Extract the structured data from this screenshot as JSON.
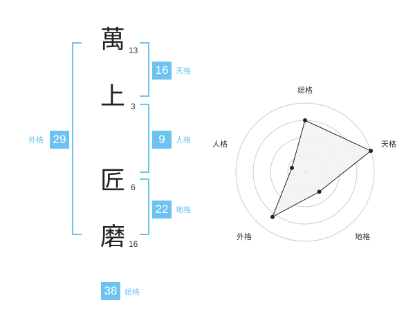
{
  "name": {
    "chars": [
      {
        "char": "萬",
        "strokes": "13"
      },
      {
        "char": "上",
        "strokes": "3"
      },
      {
        "char": "匠",
        "strokes": "6"
      },
      {
        "char": "磨",
        "strokes": "16"
      }
    ]
  },
  "scores": {
    "tenkaku": {
      "value": "16",
      "label": "天格"
    },
    "jinkaku": {
      "value": "9",
      "label": "人格"
    },
    "chikaku": {
      "value": "22",
      "label": "地格"
    },
    "gaikaku": {
      "value": "29",
      "label": "外格"
    },
    "soukaku": {
      "value": "38",
      "label": "総格"
    }
  },
  "chart_data": {
    "type": "radar",
    "axes": [
      "総格",
      "天格",
      "地格",
      "外格",
      "人格"
    ],
    "values": [
      0.75,
      1.0,
      0.35,
      0.8,
      0.2
    ],
    "max": 1.0,
    "rings": 4,
    "fill_color": "#f2f2f2",
    "line_color": "#222222",
    "ring_color": "#cccccc"
  },
  "colors": {
    "accent": "#6cc3f0"
  }
}
